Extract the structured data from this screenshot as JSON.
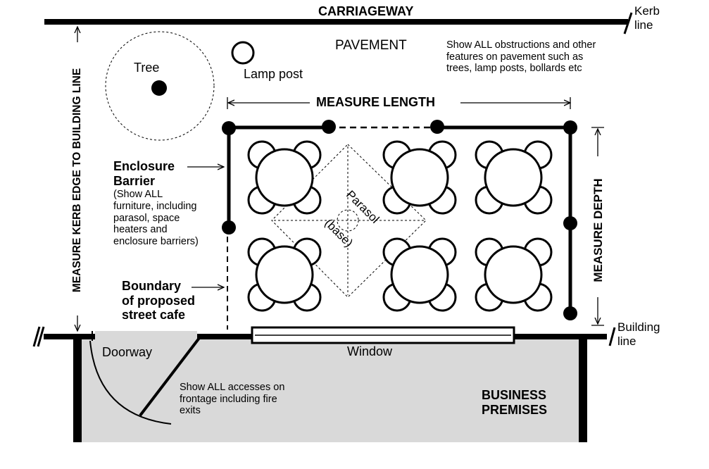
{
  "labels": {
    "carriageway": "CARRIAGEWAY",
    "kerb_line": [
      "Kerb",
      "line"
    ],
    "pavement": "PAVEMENT",
    "obstructions_note": [
      "Show ALL obstructions and other",
      "features on pavement such as",
      "trees, lamp posts, bollards etc"
    ],
    "tree": "Tree",
    "lamp_post": "Lamp post",
    "measure_length": "MEASURE LENGTH",
    "measure_depth": "MEASURE DEPTH",
    "measure_kerb": "MEASURE  KERB EDGE TO BUILDING LINE",
    "enclosure_title": [
      "Enclosure",
      "Barrier"
    ],
    "enclosure_note": [
      "(Show ALL",
      "furniture, including",
      "parasol, space",
      "heaters and",
      "enclosure barriers)"
    ],
    "boundary": [
      "Boundary",
      "of proposed",
      "street cafe"
    ],
    "parasol": "Parasol",
    "parasol_base": "(base)",
    "building_line": [
      "Building",
      "line"
    ],
    "doorway": "Doorway",
    "window": "Window",
    "access_note": [
      "Show ALL accesses on",
      "frontage including fire",
      "exits"
    ],
    "premises": [
      "BUSINESS",
      "PREMISES"
    ]
  },
  "colors": {
    "ink": "#000000",
    "premises_fill": "#d9d9d9",
    "background": "#ffffff"
  }
}
